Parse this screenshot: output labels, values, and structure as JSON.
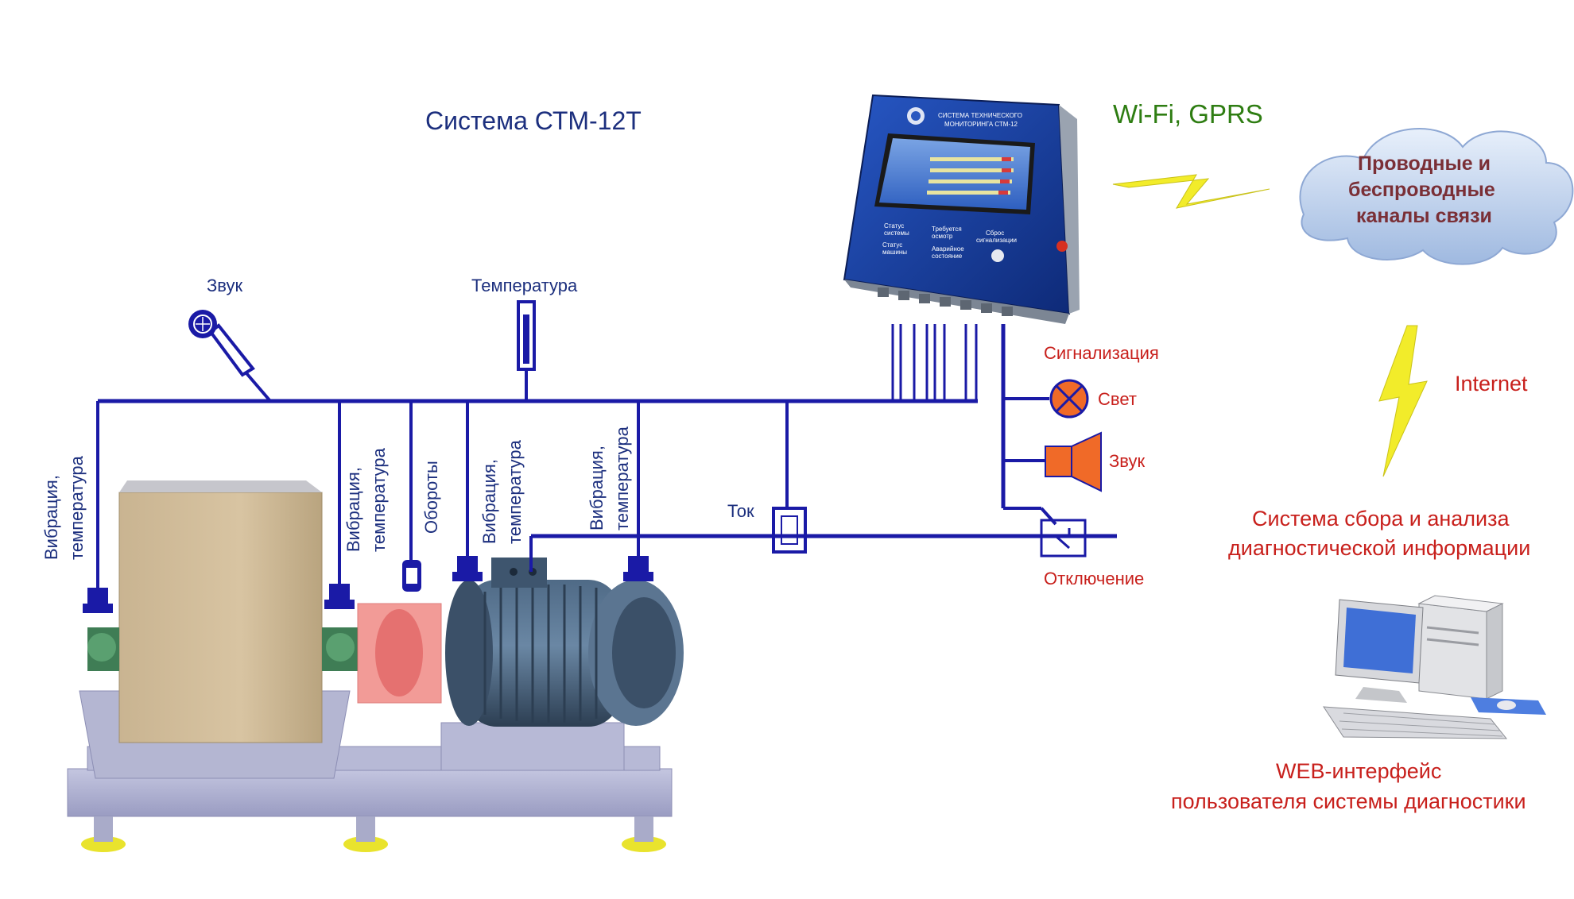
{
  "title": "Система  СТМ-12Т",
  "sensors": {
    "sound_mic": "Звук",
    "temperature": "Температура",
    "vib1": [
      "Вибрация,",
      "температура"
    ],
    "vib2": [
      "Вибрация,",
      "температура"
    ],
    "rpm": "Обороты",
    "vib3": [
      "Вибрация,",
      "температура"
    ],
    "vib4": [
      "Вибрация,",
      "температура"
    ],
    "current": "Ток"
  },
  "alarms": {
    "heading": "Сигнализация",
    "light": "Свет",
    "sound": "Звук",
    "shutdown": "Отключение"
  },
  "comm": {
    "wifi": "Wi-Fi, GPRS",
    "cloud": [
      "Проводные и",
      "беспроводные",
      "каналы связи"
    ],
    "internet": "Internet"
  },
  "analysis": [
    "Система сбора и анализа",
    "диагностической информации"
  ],
  "web": [
    "WEB-интерфейс",
    "пользователя системы диагностики"
  ],
  "panel": {
    "header": [
      "СИСТЕМА ТЕХНИЧЕСКОГО",
      "МОНИТОРИНГА СТМ-12"
    ],
    "status_system": [
      "Статус",
      "системы"
    ],
    "inspection": [
      "Требуется",
      "осмотр"
    ],
    "reset": [
      "Сброс",
      "сигнализации"
    ],
    "status_machine": [
      "Статус",
      "машины"
    ],
    "emergency": [
      "Аварийное",
      "состояние"
    ]
  },
  "colors": {
    "bus": "#1a1aa6",
    "text_blue": "#1c2f7e",
    "text_red": "#c8201c",
    "text_green": "#2e7d12",
    "lightning": "#f2ec2a",
    "alarm_orange": "#f06a28",
    "panel_blue": "#1d3f9e"
  },
  "icons": [
    "microphone-icon",
    "thermometer-icon",
    "sensor-icon",
    "lamp-icon",
    "speaker-icon",
    "switch-icon",
    "lightning-icon",
    "cloud-icon",
    "computer-icon"
  ]
}
